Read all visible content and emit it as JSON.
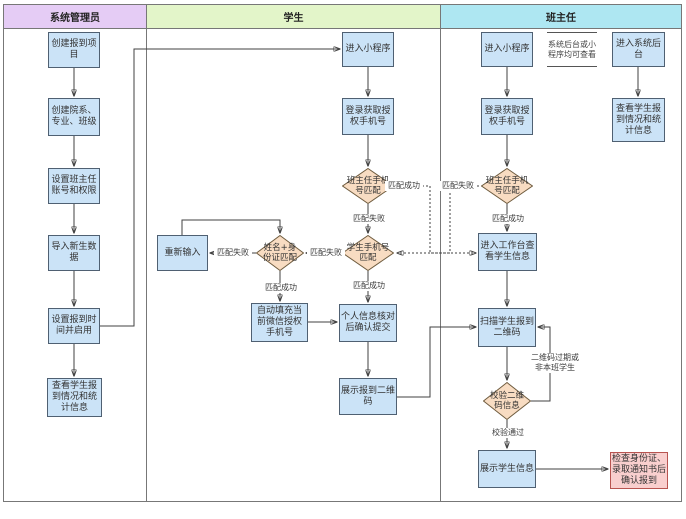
{
  "lanes": [
    {
      "title": "系统管理员"
    },
    {
      "title": "学生"
    },
    {
      "title": "班主任"
    }
  ],
  "colors": {
    "lane_admin": "#E5CCF5",
    "lane_student": "#E3F5C9",
    "lane_teacher": "#AEE7F2",
    "process_fill": "#CBE3F7",
    "process_border": "#4F6072",
    "decision_fill": "#F8DCC2",
    "decision_border": "#6E5B3E",
    "terminal_fill": "#F9CFCE",
    "terminal_border": "#B85450",
    "line": "#424242",
    "frame": "#777777"
  },
  "nodes": {
    "a_create_project": {
      "label": "创建报到项目"
    },
    "a_create_org": {
      "label": "创建院系、专业、班级"
    },
    "a_set_teacher": {
      "label": "设置班主任账号和权限"
    },
    "a_import": {
      "label": "导入新生数据"
    },
    "a_set_time": {
      "label": "设置报到时间并启用"
    },
    "a_view_stats": {
      "label": "查看学生报到情况和统计信息"
    },
    "s_enter_mini": {
      "label": "进入小程序"
    },
    "s_login": {
      "label": "登录获取授权手机号"
    },
    "s_d_teacher_phone": {
      "label": "班主任手机号匹配"
    },
    "s_d_student_phone": {
      "label": "学生手机号匹配"
    },
    "s_d_name_id": {
      "label": "姓名+身份证匹配"
    },
    "s_reenter": {
      "label": "重新输入"
    },
    "s_autofill": {
      "label": "自动填充当前微信授权手机号"
    },
    "s_confirm": {
      "label": "个人信息核对后确认提交"
    },
    "s_show_qr": {
      "label": "展示报到二维码"
    },
    "t_enter_mini": {
      "label": "进入小程序"
    },
    "t_enter_backend": {
      "label": "进入系统后台"
    },
    "t_login": {
      "label": "登录获取授权手机号"
    },
    "t_view_stats": {
      "label": "查看学生报到情况和统计信息"
    },
    "t_d_phone": {
      "label": "班主任手机号匹配"
    },
    "t_workbench": {
      "label": "进入工作台查看学生信息"
    },
    "t_scan": {
      "label": "扫描学生报到二维码"
    },
    "t_d_verify": {
      "label": "校验二维码信息"
    },
    "t_show_info": {
      "label": "展示学生信息"
    },
    "t_confirm": {
      "label": "检查身份证、录取通知书后确认报到"
    },
    "t_note": {
      "label": "系统后台或小程序均可查看"
    }
  },
  "labels": {
    "match_success": "匹配成功",
    "match_fail": "匹配失败",
    "qr_expired": "二维码过期或非本班学生",
    "verify_pass": "校验通过"
  }
}
